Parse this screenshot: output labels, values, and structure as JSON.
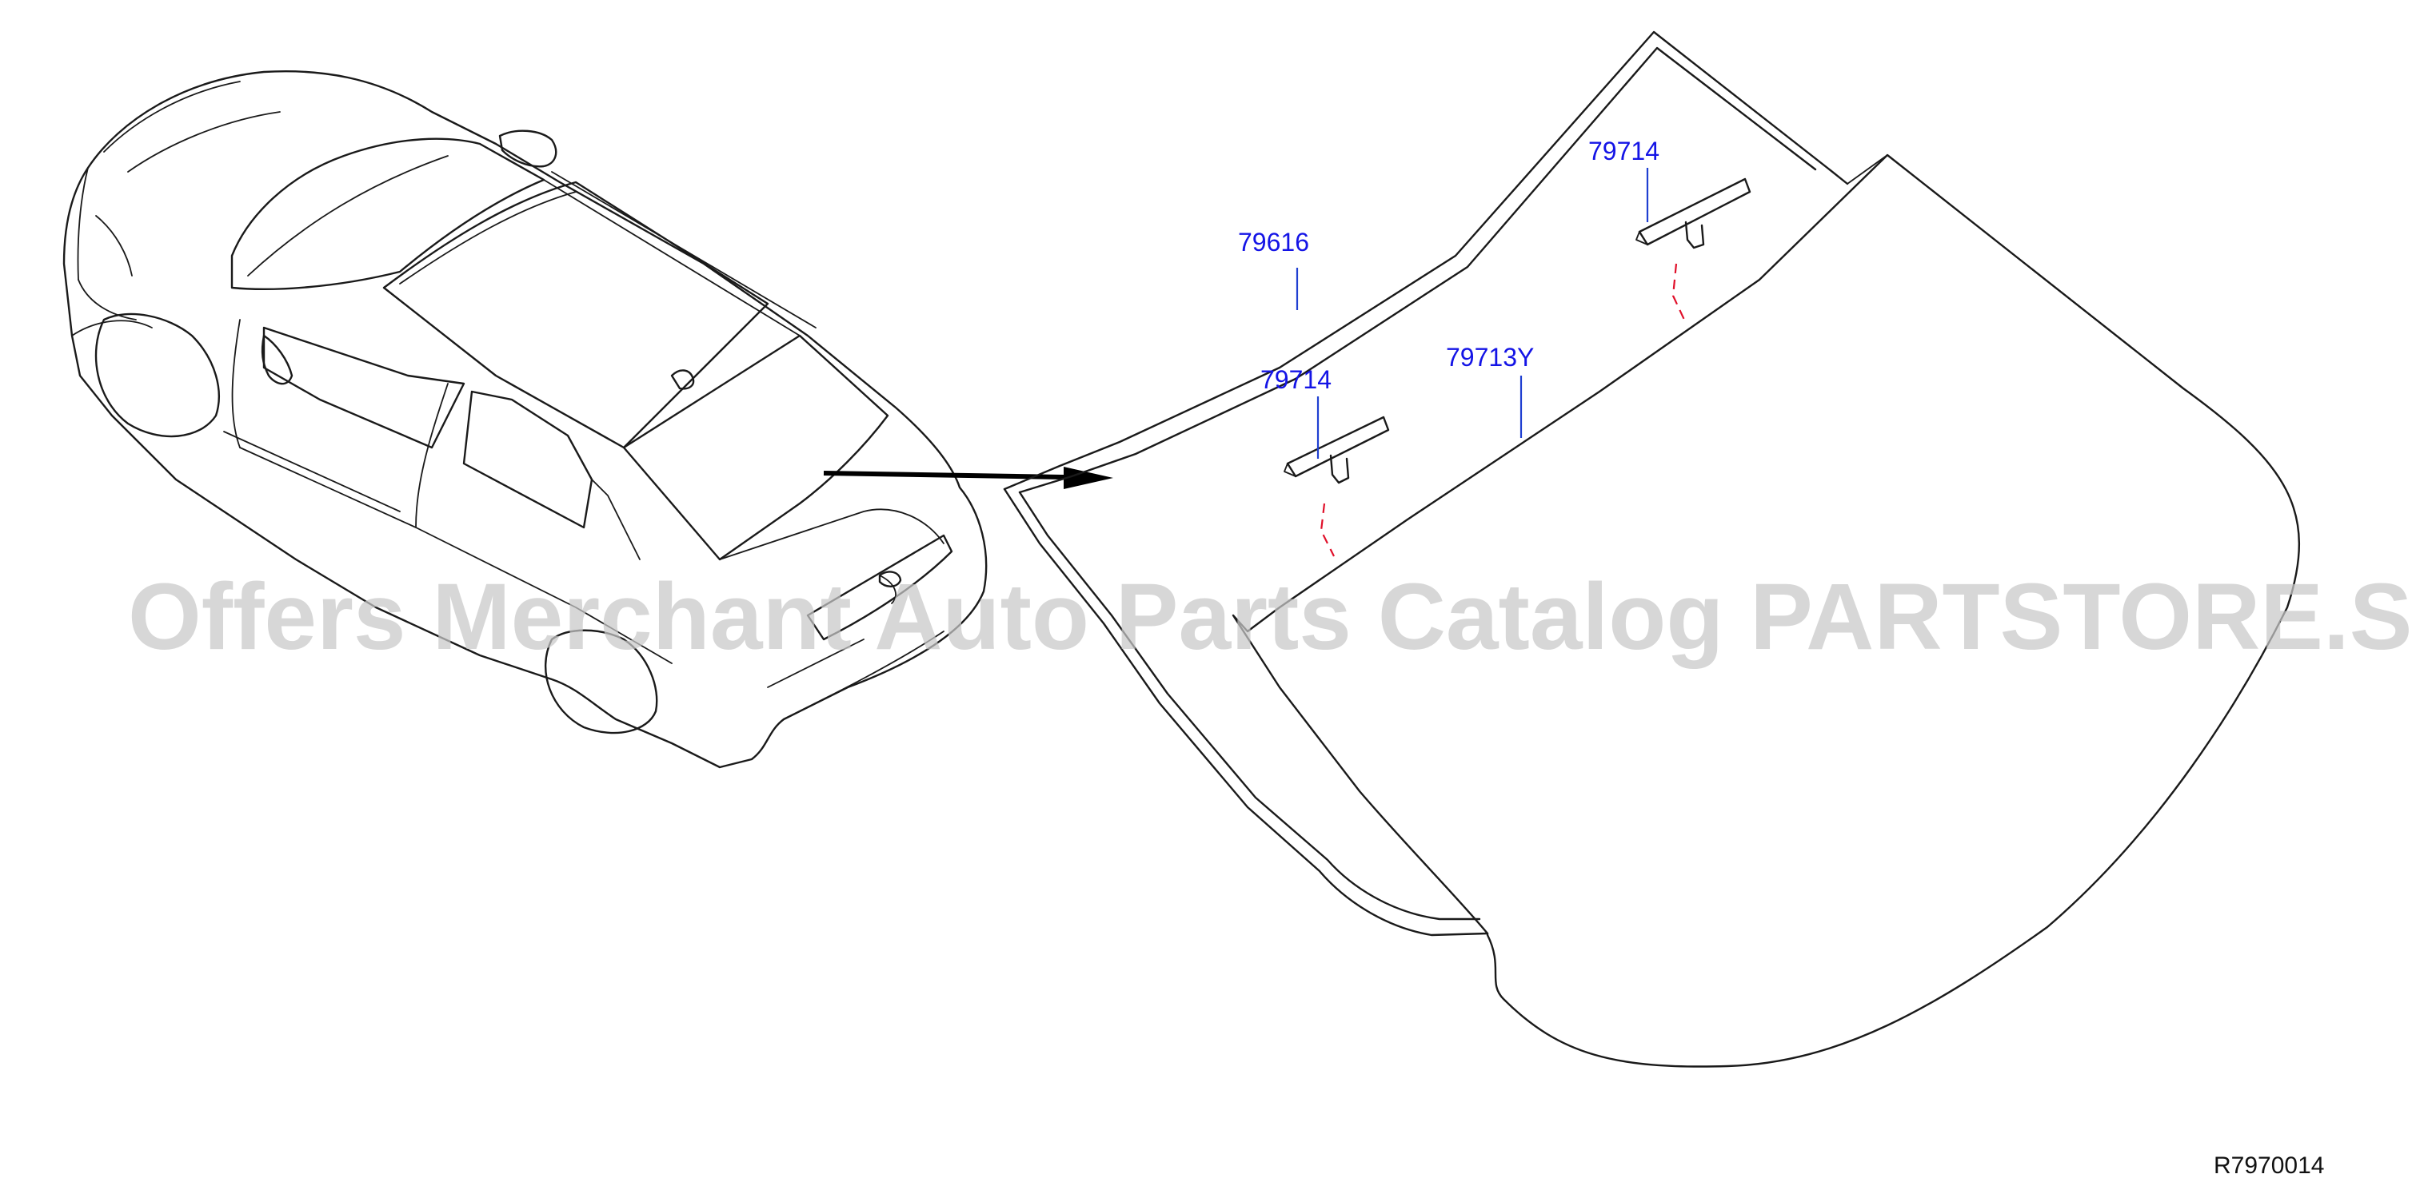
{
  "diagram": {
    "labels": {
      "molding": "79616",
      "clip_upper": "79714",
      "clip_lower": "79714",
      "glass": "79713Y"
    },
    "diagram_code": "R7970014",
    "watermark": "Offers Merchant Auto Parts Catalog PARTSTORE.SA",
    "colors": {
      "label": "#1414e6",
      "leader": "#1f3fd1",
      "dashed_guide": "#e0102a",
      "outline": "#1a1a1a",
      "watermark": "#c8c8c8"
    }
  }
}
